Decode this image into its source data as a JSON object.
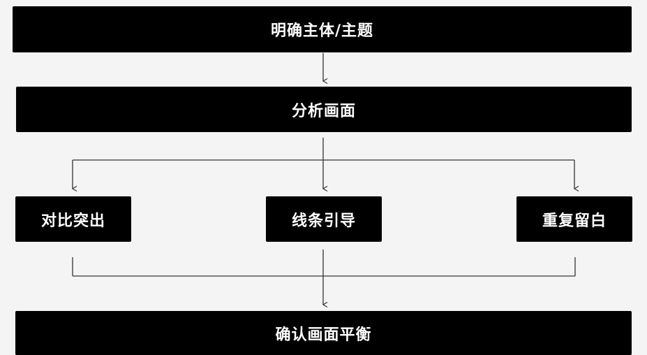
{
  "flow": {
    "step1": "明确主体/主题",
    "step2": "分析画面",
    "branches": [
      "对比突出",
      "线条引导",
      "重复留白"
    ],
    "step4": "确认画面平衡"
  },
  "colors": {
    "box_fill": "#000000",
    "box_text": "#ffffff",
    "background": "#f4f4f4",
    "connector": "#333333"
  }
}
